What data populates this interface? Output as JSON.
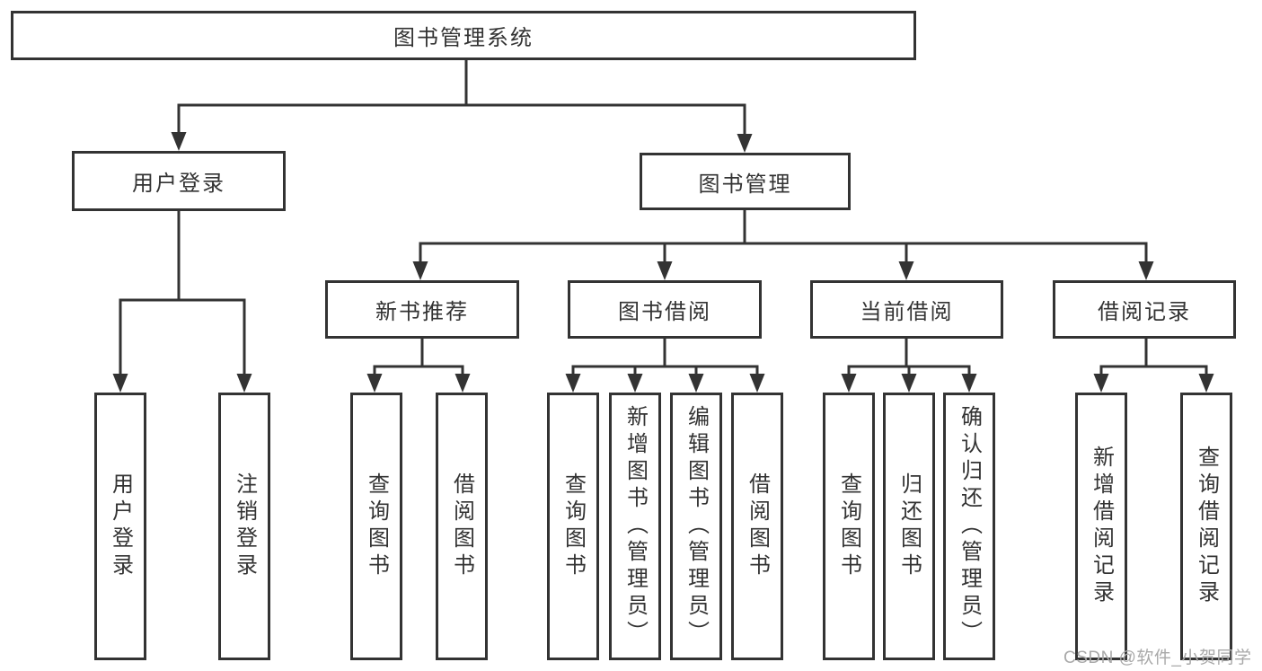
{
  "nodes": {
    "root": "图书管理系统",
    "user_login": "用户登录",
    "book_mgmt": "图书管理",
    "new_book_rec": "新书推荐",
    "book_borrow": "图书借阅",
    "current_borrow": "当前借阅",
    "borrow_record": "借阅记录",
    "leaf_user_login": "用户登录",
    "leaf_logout": "注销登录",
    "leaf_query_books_a": "查询图书",
    "leaf_borrow_books_a": "借阅图书",
    "leaf_query_books_b": "查询图书",
    "leaf_add_books": "新增图书（管理员）",
    "leaf_edit_books": "编辑图书（管理员）",
    "leaf_borrow_books_b": "借阅图书",
    "leaf_query_books_c": "查询图书",
    "leaf_return_books": "归还图书",
    "leaf_confirm_return": "确认归还（管理员）",
    "leaf_add_record": "新增借阅记录",
    "leaf_query_record": "查询借阅记录"
  },
  "watermark": "CSDN @软件_小贺同学",
  "colors": {
    "line": "#333333",
    "text": "#333333",
    "watermark": "#a9a9a9",
    "background": "#ffffff"
  }
}
